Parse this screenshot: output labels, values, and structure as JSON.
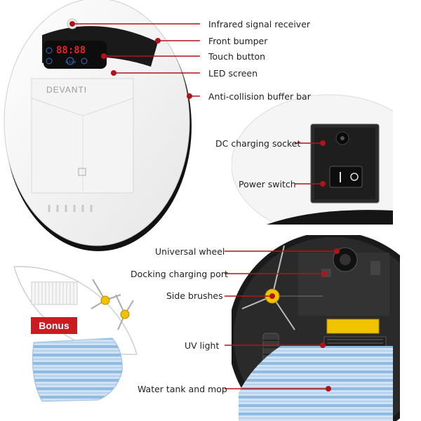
{
  "brand": "DEVANTI",
  "colors": {
    "accent": "#c81c22",
    "leader_line": "#b0141a",
    "mop_blue": "#7fb2dc",
    "side_brush": "#f2c200"
  },
  "top_callouts": [
    "Infrared signal receiver",
    "Front bumper",
    "Touch button",
    "LED screen",
    "Anti-collision buffer bar"
  ],
  "rear_callouts": [
    "DC charging socket",
    "Power switch"
  ],
  "bottom_callouts": [
    "Universal wheel",
    "Docking charging port",
    "Side brushes",
    "UV light",
    "Water tank and mop"
  ],
  "bonus_label": "Bonus",
  "display_buttons": [
    "CLEAN"
  ]
}
